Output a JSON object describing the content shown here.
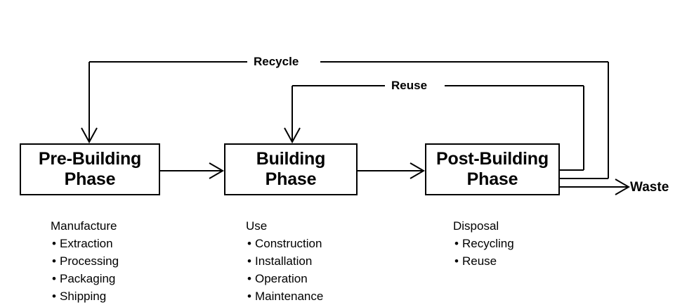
{
  "diagram": {
    "title_present": false,
    "boxes": [
      {
        "id": "pre-building",
        "line1": "Pre-Building",
        "line2": "Phase"
      },
      {
        "id": "building",
        "line1": "Building",
        "line2": "Phase"
      },
      {
        "id": "post-building",
        "line1": "Post-Building",
        "line2": "Phase"
      }
    ],
    "flows": [
      {
        "id": "recycle",
        "label": "Recycle",
        "from": "post-building",
        "to": "pre-building"
      },
      {
        "id": "reuse",
        "label": "Reuse",
        "from": "post-building",
        "to": "building"
      },
      {
        "id": "waste",
        "label": "Waste",
        "from": "post-building",
        "to": "output"
      }
    ],
    "columns": [
      {
        "id": "manufacture",
        "heading": "Manufacture",
        "items": [
          "Extraction",
          "Processing",
          "Packaging",
          "Shipping"
        ]
      },
      {
        "id": "use",
        "heading": "Use",
        "items": [
          "Construction",
          "Installation",
          "Operation",
          "Maintenance"
        ]
      },
      {
        "id": "disposal",
        "heading": "Disposal",
        "items": [
          "Recycling",
          "Reuse"
        ]
      }
    ],
    "colors": {
      "stroke": "#000000",
      "background": "#ffffff",
      "text": "#000000"
    }
  }
}
